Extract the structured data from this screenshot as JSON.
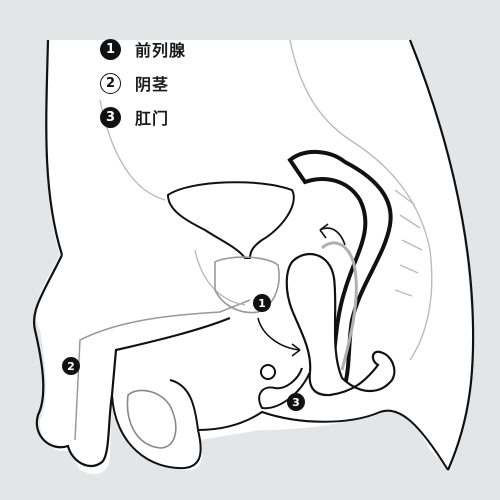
{
  "legend": [
    {
      "number": "1",
      "label": "前列腺",
      "style": "filled"
    },
    {
      "number": "2",
      "label": "阴茎",
      "style": "outline"
    },
    {
      "number": "3",
      "label": "肛门",
      "style": "filled"
    }
  ],
  "callouts": [
    {
      "number": "1"
    },
    {
      "number": "2"
    },
    {
      "number": "3"
    }
  ],
  "colors": {
    "background": "#e4e5e6",
    "outline": "#111111",
    "body_fill": "#ffffff",
    "device_shadow": "#b8b8b8"
  }
}
